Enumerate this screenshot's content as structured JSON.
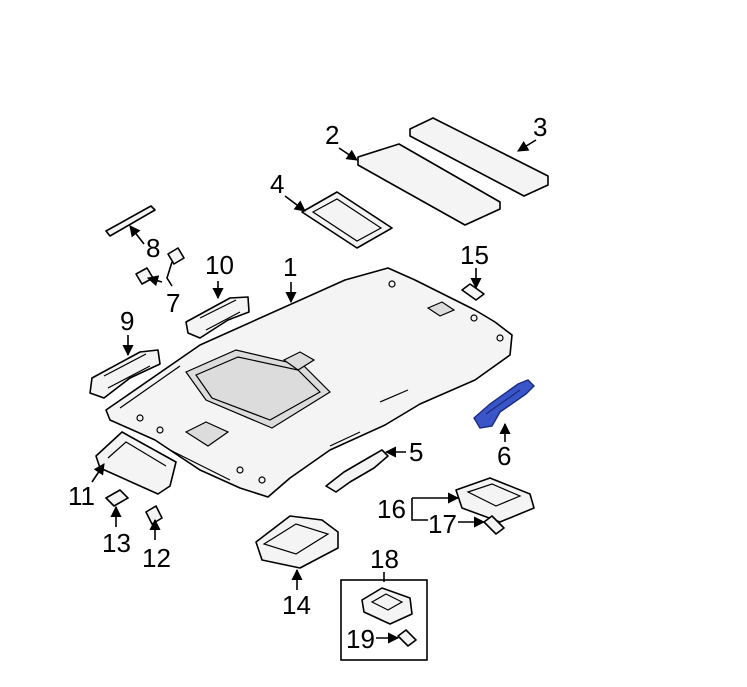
{
  "callouts": {
    "c1": "1",
    "c2": "2",
    "c3": "3",
    "c4": "4",
    "c5": "5",
    "c6": "6",
    "c7": "7",
    "c8": "8",
    "c9": "9",
    "c10": "10",
    "c11": "11",
    "c12": "12",
    "c13": "13",
    "c14": "14",
    "c15": "15",
    "c16": "16",
    "c17": "17",
    "c18": "18",
    "c19": "19"
  },
  "highlight_color": "#3a55c8",
  "highlighted_part": "6"
}
